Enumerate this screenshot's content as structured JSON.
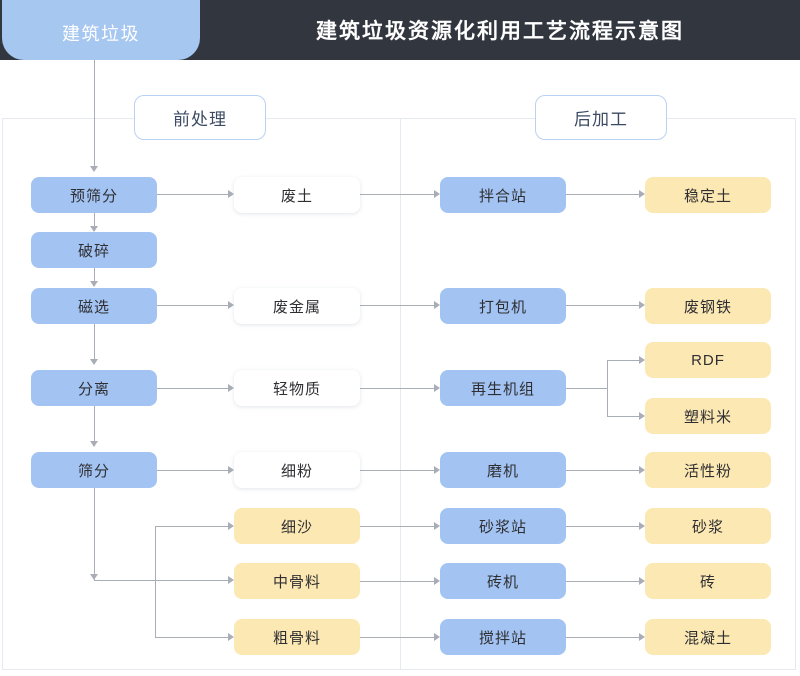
{
  "header": {
    "tab_label": "建筑垃圾",
    "title": "建筑垃圾资源化利用工艺流程示意图",
    "bg_color": "#32363f",
    "tab_color": "#a6c7f0"
  },
  "sections": {
    "pre_label": "前处理",
    "post_label": "后加工"
  },
  "palette": {
    "blue": "#a3c4f3",
    "yellow": "#fce8b2",
    "white": "#ffffff",
    "line": "#a9aeb6",
    "border": "#e6e9f2"
  },
  "columns": {
    "process": [
      {
        "label": "预筛分",
        "type": "blue"
      },
      {
        "label": "破碎",
        "type": "blue"
      },
      {
        "label": "磁选",
        "type": "blue"
      },
      {
        "label": "分离",
        "type": "blue"
      },
      {
        "label": "筛分",
        "type": "blue"
      }
    ],
    "intermediate": [
      {
        "label": "废土",
        "type": "white"
      },
      {
        "label": "废金属",
        "type": "white"
      },
      {
        "label": "轻物质",
        "type": "white"
      },
      {
        "label": "细粉",
        "type": "white"
      },
      {
        "label": "细沙",
        "type": "yellow"
      },
      {
        "label": "中骨料",
        "type": "yellow"
      },
      {
        "label": "粗骨料",
        "type": "yellow"
      }
    ],
    "equipment": [
      {
        "label": "拌合站",
        "type": "blue"
      },
      {
        "label": "打包机",
        "type": "blue"
      },
      {
        "label": "再生机组",
        "type": "blue"
      },
      {
        "label": "磨机",
        "type": "blue"
      },
      {
        "label": "砂浆站",
        "type": "blue"
      },
      {
        "label": "砖机",
        "type": "blue"
      },
      {
        "label": "搅拌站",
        "type": "blue"
      }
    ],
    "product": [
      {
        "label": "稳定土",
        "type": "yellow"
      },
      {
        "label": "废钢铁",
        "type": "yellow"
      },
      {
        "label": "RDF",
        "type": "yellow"
      },
      {
        "label": "塑料米",
        "type": "yellow"
      },
      {
        "label": "活性粉",
        "type": "yellow"
      },
      {
        "label": "砂浆",
        "type": "yellow"
      },
      {
        "label": "砖",
        "type": "yellow"
      },
      {
        "label": "混凝土",
        "type": "yellow"
      }
    ]
  }
}
